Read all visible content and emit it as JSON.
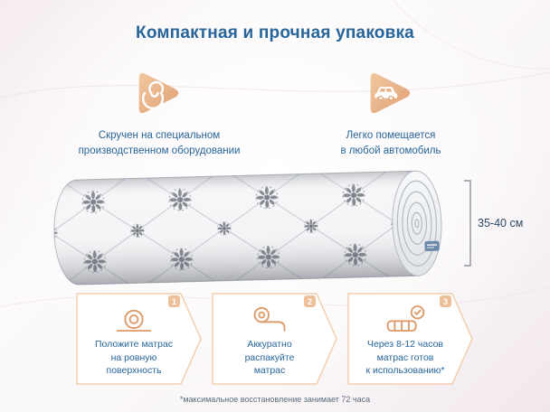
{
  "title": "Компактная и прочная упаковка",
  "features": [
    {
      "icon": "spiral-icon",
      "text": "Скручен на специальном\nпроизводственном оборудовании"
    },
    {
      "icon": "car-icon",
      "text": "Легко помещается\nв любой автомобиль"
    }
  ],
  "measurement": {
    "label": "35-40 см",
    "icon": "bracket"
  },
  "steps": [
    {
      "number": "1",
      "icon": "place-on-floor-icon",
      "text": "Положите матрас\nна ровную\nповерхность"
    },
    {
      "number": "2",
      "icon": "unpack-icon",
      "text": "Аккуратно\nраспакуйте\nматрас"
    },
    {
      "number": "3",
      "icon": "ready-check-icon",
      "text": "Через 8-12 часов\nматрас готов\nк использованию*"
    }
  ],
  "footnote": "*максимальное восстановление занимает 72 часа",
  "colors": {
    "accent_blue": "#27659b",
    "accent_peach": "#e9b287",
    "badge_peach": "#eec09a",
    "pattern_gray": "#6f747e"
  }
}
